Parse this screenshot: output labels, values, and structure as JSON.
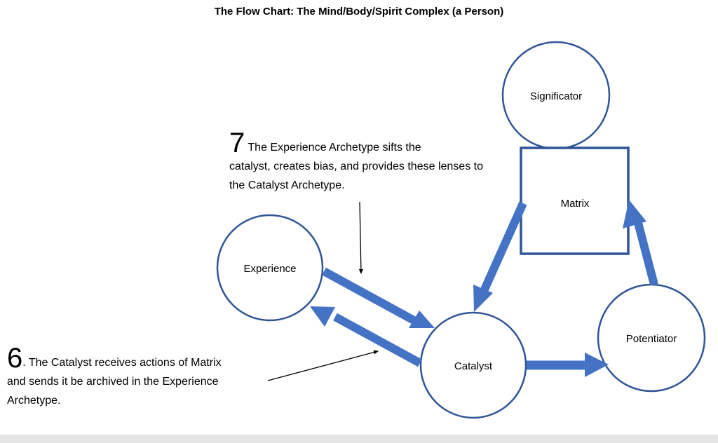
{
  "title": "The Flow Chart: The Mind/Body/Spirit Complex (a Person)",
  "colors": {
    "node_stroke": "#2f5597",
    "arrow_fill": "#4472c4",
    "pointer": "#000000"
  },
  "nodes": {
    "significator": "Significator",
    "matrix": "Matrix",
    "experience": "Experience",
    "catalyst": "Catalyst",
    "potentiator": "Potentiator"
  },
  "notes": {
    "note7": {
      "number": "7",
      "text_line1": " The Experience Archetype sifts the",
      "text_rest": "catalyst, creates bias, and provides these lenses to the Catalyst Archetype."
    },
    "note6": {
      "number": "6",
      "text_line1": ". The Catalyst receives actions of Matrix",
      "text_rest": "and sends it be archived in the Experience Archetype."
    }
  },
  "edges": [
    {
      "from": "Matrix",
      "to": "Catalyst"
    },
    {
      "from": "Experience",
      "to": "Catalyst"
    },
    {
      "from": "Catalyst",
      "to": "Experience"
    },
    {
      "from": "Catalyst",
      "to": "Potentiator"
    },
    {
      "from": "Potentiator",
      "to": "Matrix"
    }
  ]
}
